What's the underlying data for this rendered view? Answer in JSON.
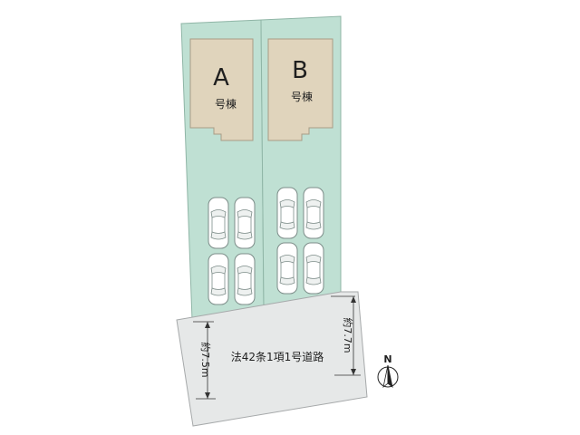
{
  "plots": [
    {
      "letter": "A",
      "sub": "号棟"
    },
    {
      "letter": "B",
      "sub": "号棟"
    }
  ],
  "road": {
    "label": "法42条1項1号道路",
    "width_left": "約7.5m",
    "width_right": "約7.7m"
  },
  "north": {
    "label": "N"
  },
  "colors": {
    "lot_fill": "#bfe0d3",
    "lot_stroke": "#8fb5a6",
    "house_fill": "#e0d4bc",
    "house_stroke": "#a89c86",
    "road_fill": "#e6e8e8",
    "road_stroke": "#a6a9aa",
    "car_stroke": "#7c8c88"
  }
}
